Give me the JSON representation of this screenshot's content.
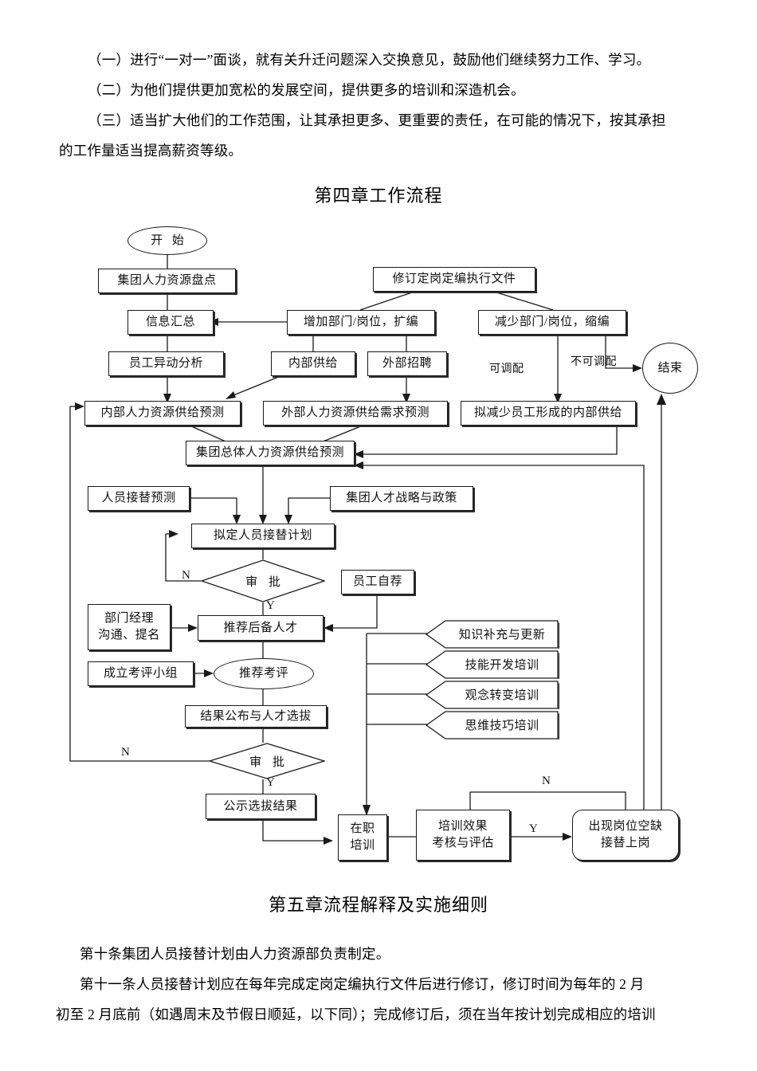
{
  "document": {
    "top_paragraphs": [
      "（一）进行“一对一”面谈，就有关升迁问题深入交换意见，鼓励他们继续努力工作、学习。",
      "（二）为他们提供更加宽松的发展空间，提供更多的培训和深造机会。",
      "（三）适当扩大他们的工作范围，让其承担更多、更重要的责任，在可能的情况下，按其承担",
      "的工作量适当提高薪资等级。"
    ],
    "chapter4_title": "第四章工作流程",
    "chapter5_title": "第五章流程解释及实施细则",
    "bottom_paragraphs": [
      "第十条集团人员接替计划由人力资源部负责制定。",
      "第十一条人员接替计划应在每年完成定岗定编执行文件后进行修订，修订时间为每年的 2 月",
      "初至 2 月底前（如遇周末及节假日顺延，以下同）；完成修订后，须在当年按计划完成相应的培训"
    ]
  },
  "flowchart": {
    "nodes": {
      "start": "开  始",
      "group_hr_inventory": "集团人力资源盘点",
      "revise_doc": "修订定岗定编执行文件",
      "info_summary": "信息汇总",
      "add_dept": "增加部门/岗位，扩编",
      "reduce_dept": "减少部门/岗位，缩编",
      "staff_change_analysis": "员工异动分析",
      "internal_supply": "内部供给",
      "external_recruit": "外部招聘",
      "end": "结束",
      "internal_forecast": "内部人力资源供给预测",
      "external_forecast": "外部人力资源供给需求预测",
      "reduce_internal_supply": "拟减少员工形成的内部供给",
      "group_total_forecast": "集团总体人力资源供给预测",
      "succession_forecast": "人员接替预测",
      "talent_strategy": "集团人才战略与政策",
      "draft_succession_plan": "拟定人员接替计划",
      "approval_1": "审  批",
      "staff_self_recommend": "员工自荐",
      "dept_manager_line1": "部门经理",
      "dept_manager_line2": "沟通、提名",
      "recommend_reserve_talent": "推荐后备人才",
      "setup_review_group": "成立考评小组",
      "recommend_review": "推荐考评",
      "publish_result_select": "结果公布与人才选拔",
      "approval_2": "审  批",
      "publicize_result": "公示选拔结果",
      "on_job_training_l1": "在职",
      "on_job_training_l2": "培训",
      "training_effect_l1": "培训效果",
      "training_effect_l2": "考核与评估",
      "vacancy_l1": "出现岗位空缺",
      "vacancy_l2": "接替上岗"
    },
    "training_items": [
      "知识补充与更新",
      "技能开发培训",
      "观念转变培训",
      "思维技巧培训"
    ],
    "edge_labels": {
      "adjustable": "可调配",
      "not_adjustable": "不可调配",
      "approval1_no": "N",
      "approval1_yes": "Y",
      "approval2_no": "N",
      "approval2_yes": "Y",
      "training_yes": "Y",
      "training_no": "N"
    }
  },
  "colors": {
    "ink": "#1a1a1a",
    "paper": "#ffffff"
  }
}
